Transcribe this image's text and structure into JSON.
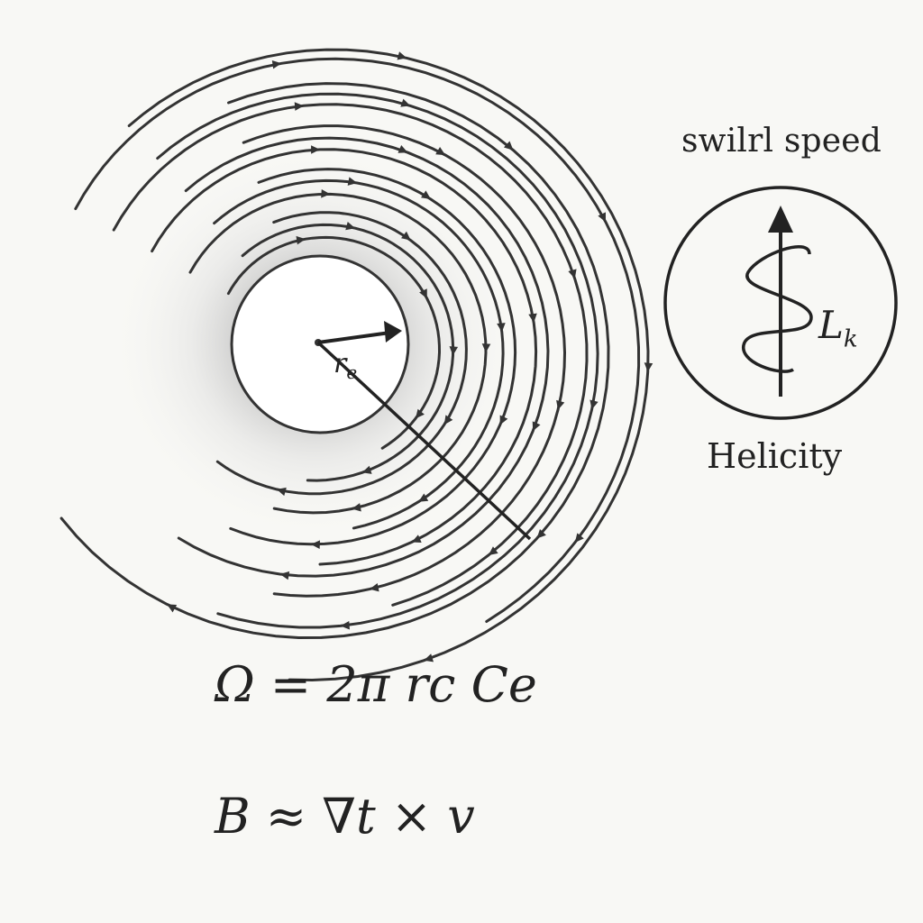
{
  "labels": {
    "swirl_speed": "swilrl speed",
    "helicity": "Helicity",
    "linking": "Lk",
    "radius": "re"
  },
  "equations": {
    "omega": "Ω = 2π rc Ce",
    "magnetic": "B ≈ ∇t × v"
  },
  "colors": {
    "background": "#f8f8f5",
    "ink": "#333333",
    "core_shading": "#c8c8c8"
  },
  "icons": [
    "vortex-streamlines",
    "helicity-circle-icon",
    "radius-arrow-icon"
  ]
}
